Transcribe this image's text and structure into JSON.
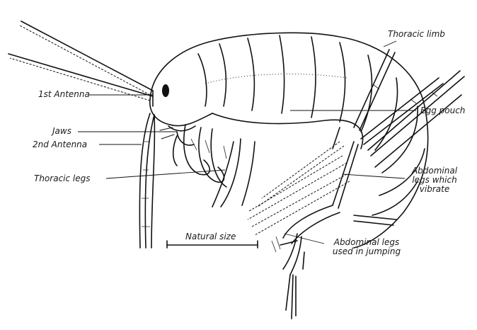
{
  "labels": {
    "thoracic_limb": "Thoracic limb",
    "first_antenna": "1st Antenna",
    "egg_pouch": "Egg pouch",
    "jaws": "Jaws",
    "second_antenna": "2nd Antenna",
    "thoracic_legs": "Thoracic legs",
    "abdominal_vibrate_1": "Abdominal",
    "abdominal_vibrate_2": "legs which",
    "abdominal_vibrate_3": "vibrate",
    "natural_size": "Natural size",
    "abdominal_jump_1": "Abdominal legs",
    "abdominal_jump_2": "used in jumping"
  }
}
